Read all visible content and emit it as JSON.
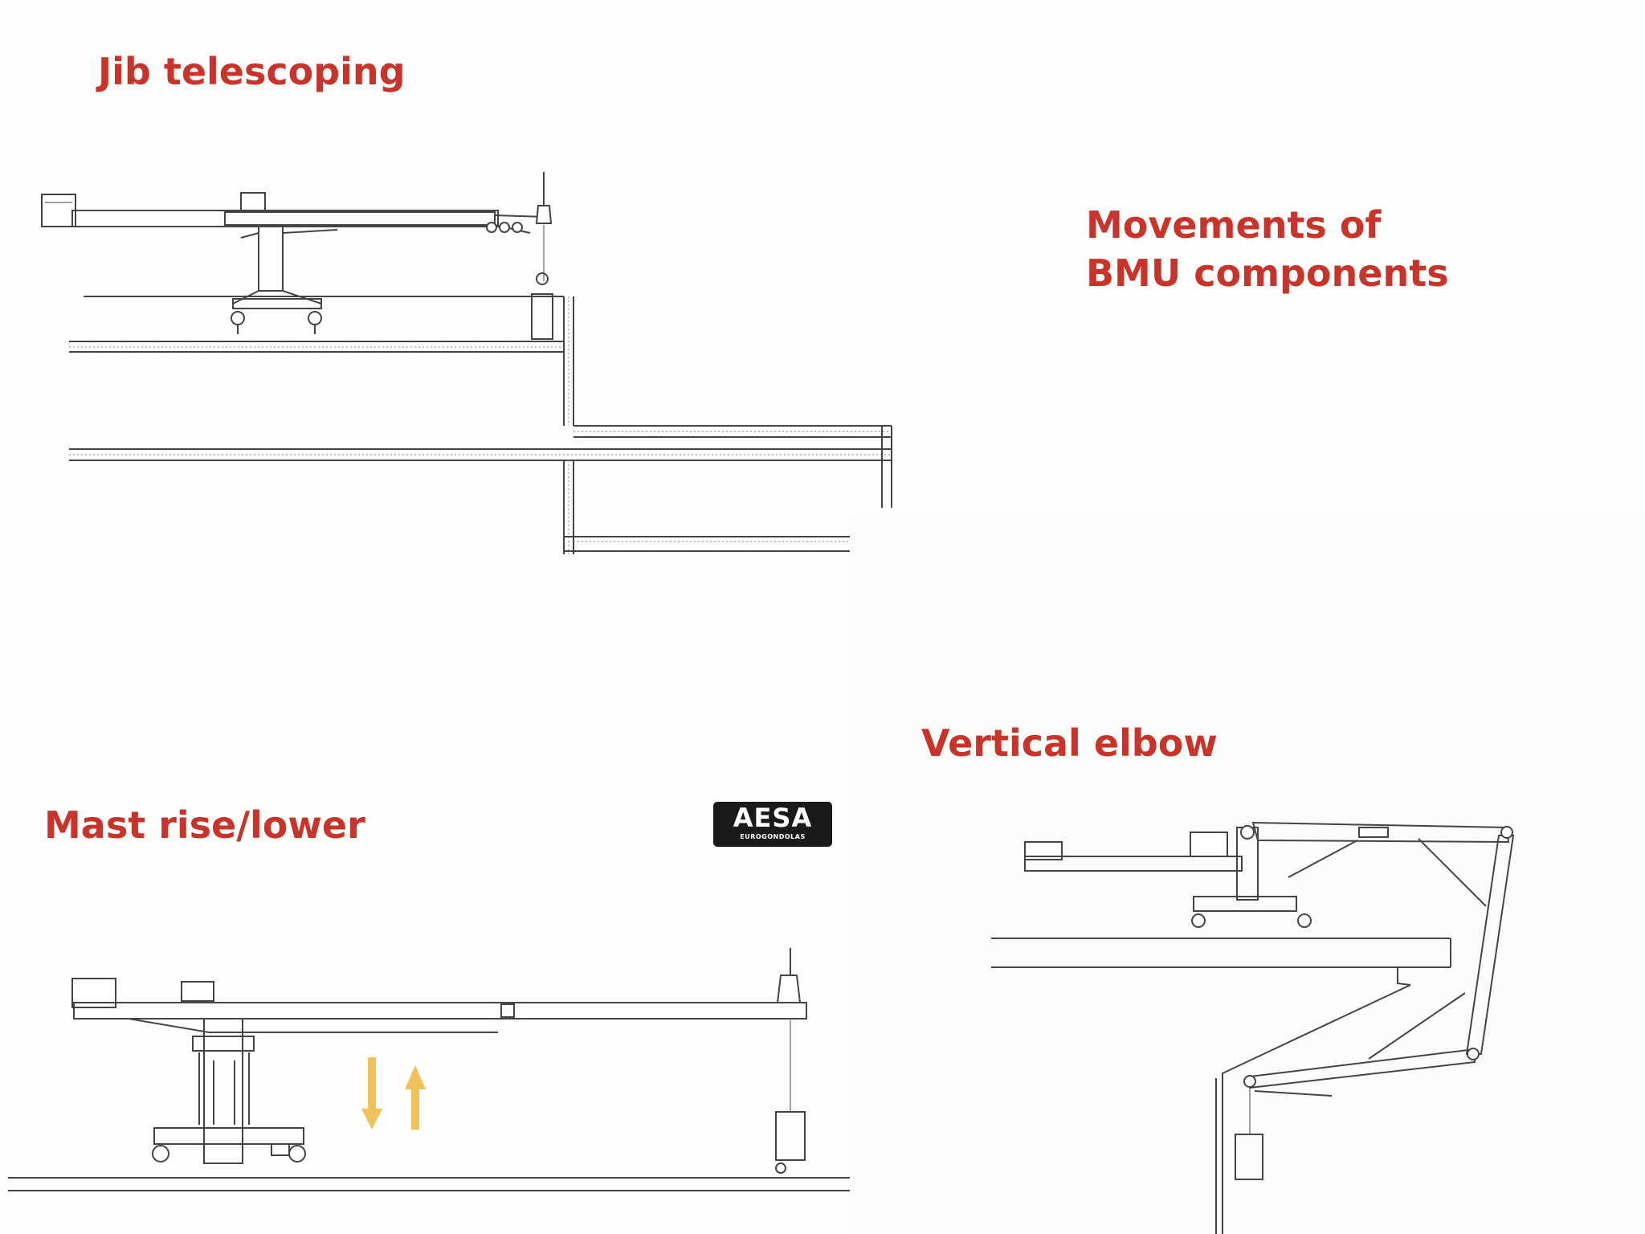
{
  "labels": {
    "jib_telescoping": "Jib telescoping",
    "movements_line1": "Movements of",
    "movements_line2": "BMU components",
    "vertical_elbow": "Vertical elbow",
    "mast_rise_lower": "Mast rise/lower"
  },
  "logo": {
    "brand": "AESA",
    "subtitle": "EUROGONDOLAS"
  },
  "colors": {
    "label_red": "#c8342a",
    "arrow_yellow": "#f2c25a",
    "line_gray": "#444444"
  }
}
